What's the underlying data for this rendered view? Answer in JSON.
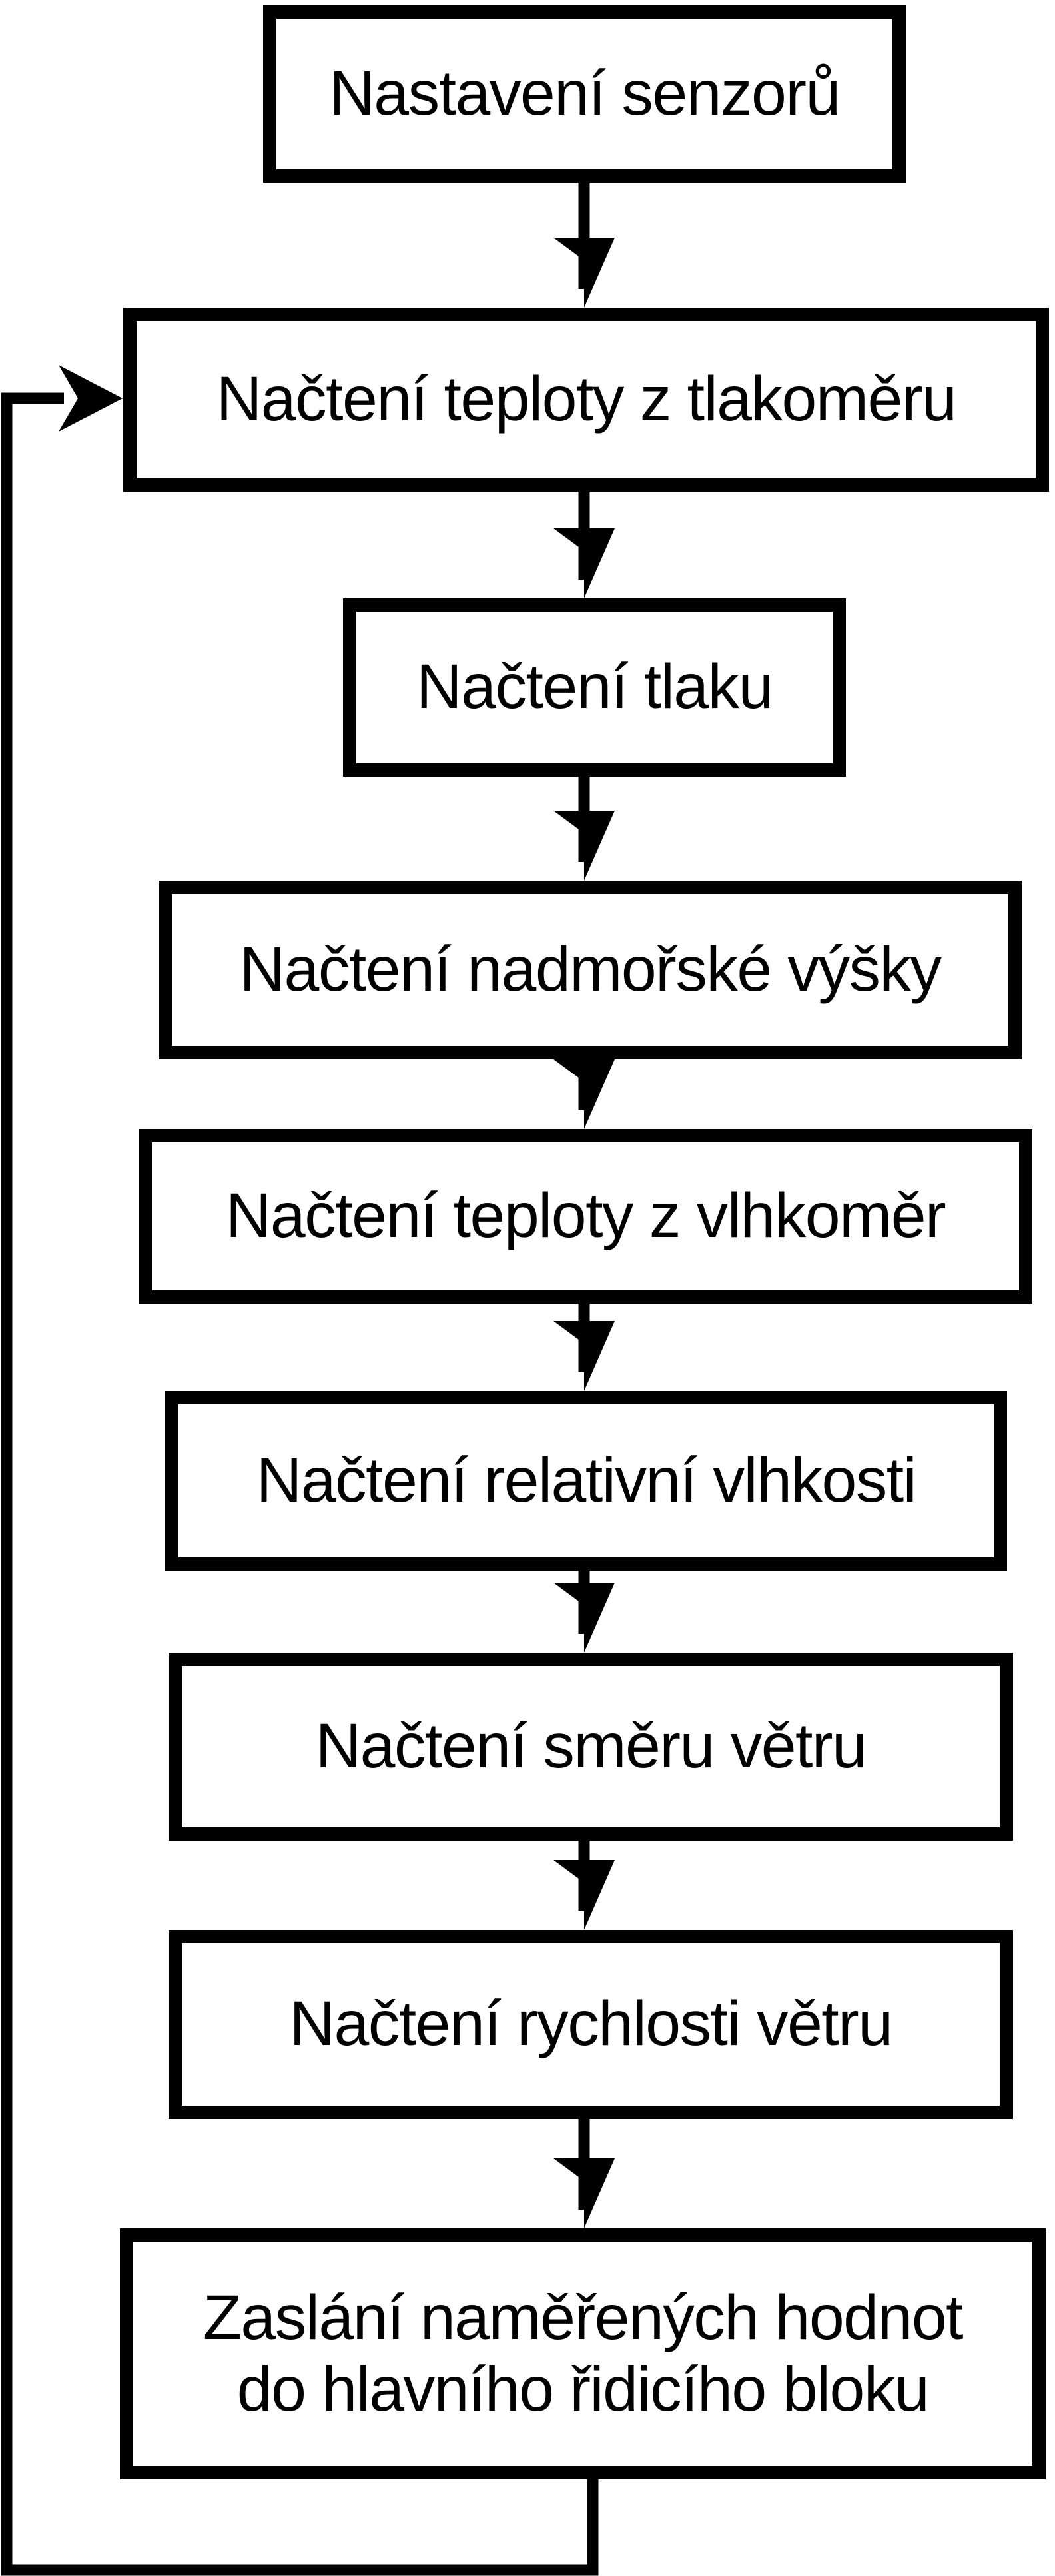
{
  "diagram": {
    "type": "flowchart",
    "colors": {
      "stroke": "#000000",
      "background": "#ffffff",
      "text": "#000000"
    },
    "nodes": [
      {
        "id": "setup-sensors",
        "label": "Nastavení senzorů"
      },
      {
        "id": "read-temp-barometer",
        "label": "Načtení teploty z tlakoměru"
      },
      {
        "id": "read-pressure",
        "label": "Načtení tlaku"
      },
      {
        "id": "read-altitude",
        "label": "Načtení nadmořské výšky"
      },
      {
        "id": "read-temp-hygrometer",
        "label": "Načtení teploty z vlhkoměr"
      },
      {
        "id": "read-relative-humidity",
        "label": "Načtení relativní vlhkosti"
      },
      {
        "id": "read-wind-direction",
        "label": "Načtení směru větru"
      },
      {
        "id": "read-wind-speed",
        "label": "Načtení rychlosti větru"
      },
      {
        "id": "send-measured-values",
        "label": "Zaslání naměřených hodnot do hlavního řidicího bloku",
        "lines": [
          "Zaslání naměřených hodnot",
          "do hlavního řidicího bloku"
        ]
      }
    ],
    "edges": [
      {
        "from": "setup-sensors",
        "to": "read-temp-barometer",
        "type": "arrow-down"
      },
      {
        "from": "read-temp-barometer",
        "to": "read-pressure",
        "type": "arrow-down"
      },
      {
        "from": "read-pressure",
        "to": "read-altitude",
        "type": "arrow-down"
      },
      {
        "from": "read-altitude",
        "to": "read-temp-hygrometer",
        "type": "arrow-down"
      },
      {
        "from": "read-temp-hygrometer",
        "to": "read-relative-humidity",
        "type": "arrow-down"
      },
      {
        "from": "read-relative-humidity",
        "to": "read-wind-direction",
        "type": "arrow-down"
      },
      {
        "from": "read-wind-direction",
        "to": "read-wind-speed",
        "type": "arrow-down"
      },
      {
        "from": "read-wind-speed",
        "to": "send-measured-values",
        "type": "arrow-down"
      },
      {
        "from": "send-measured-values",
        "to": "read-temp-barometer",
        "type": "loop-back-left"
      }
    ]
  }
}
